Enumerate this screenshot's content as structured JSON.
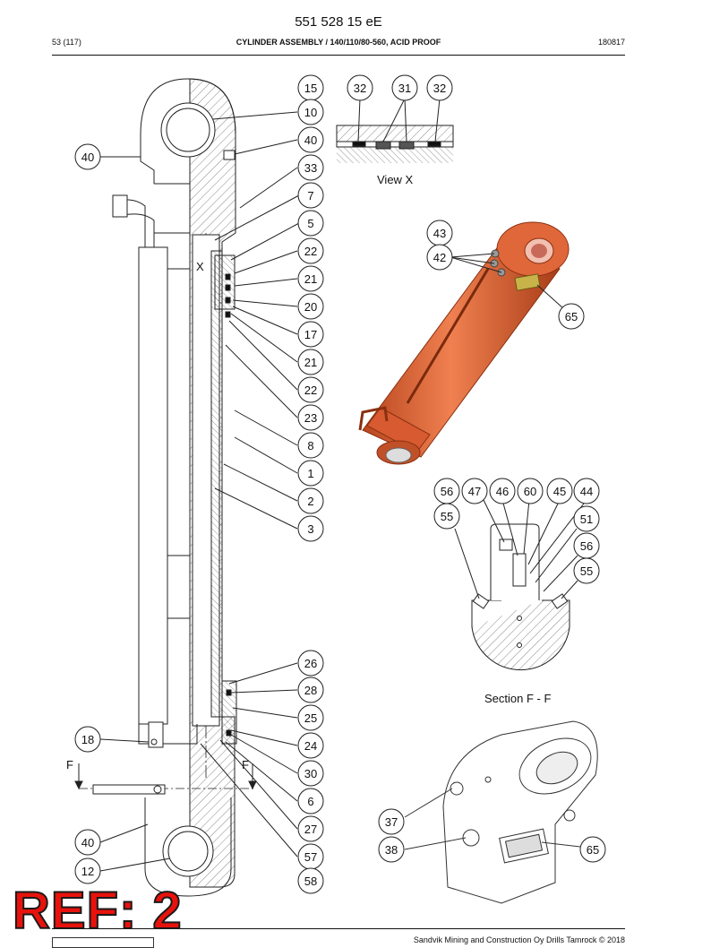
{
  "header": {
    "doc_number": "551 528 15 eE",
    "page": "53 (117)",
    "title": "CYLINDER ASSEMBLY / 140/110/80-560, ACID PROOF",
    "date_code": "180817"
  },
  "views": {
    "view_x": "View X",
    "section_ff": "Section F - F",
    "section_marker": "F",
    "detail_marker": "X"
  },
  "callouts": {
    "c15": "15",
    "c10": "10",
    "c40a": "40",
    "c33": "33",
    "c7": "7",
    "c5": "5",
    "c22a": "22",
    "c21a": "21",
    "c20": "20",
    "c17": "17",
    "c21b": "21",
    "c22b": "22",
    "c23": "23",
    "c8": "8",
    "c1": "1",
    "c2": "2",
    "c3": "3",
    "c26": "26",
    "c28": "28",
    "c25": "25",
    "c24": "24",
    "c30": "30",
    "c6": "6",
    "c27": "27",
    "c57": "57",
    "c58": "58",
    "c40b": "40",
    "c18": "18",
    "c40c": "40",
    "c12": "12",
    "c32a": "32",
    "c31": "31",
    "c32b": "32",
    "c43": "43",
    "c42": "42",
    "c65a": "65",
    "c56a": "56",
    "c47": "47",
    "c46": "46",
    "c60": "60",
    "c45": "45",
    "c44": "44",
    "c55a": "55",
    "c51": "51",
    "c56b": "56",
    "c55b": "55",
    "c37": "37",
    "c38": "38",
    "c65b": "65"
  },
  "stamp": "REF: 2",
  "footer": "Sandvik Mining and Construction Oy Drills Tamrock © 2018",
  "colors": {
    "cylinder": "#e0673a",
    "cylinder_dark": "#b8461f",
    "stamp_red": "#e8120c",
    "plate": "#c8b34a"
  }
}
